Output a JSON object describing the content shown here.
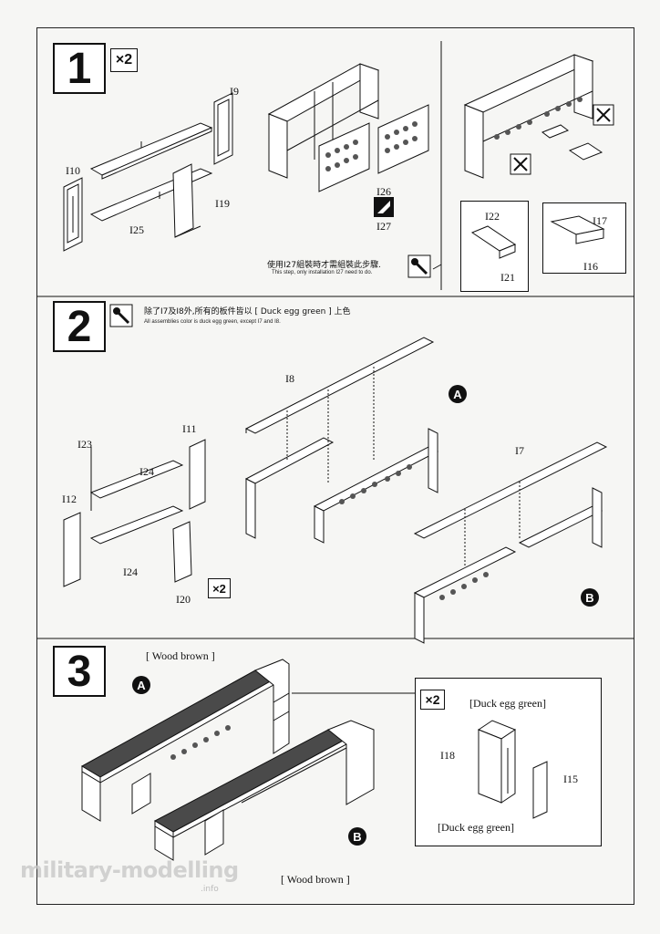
{
  "steps": {
    "s1": {
      "number": "1",
      "multiplier": "×2"
    },
    "s2": {
      "number": "2",
      "multiplier": "×2"
    },
    "s3": {
      "number": "3",
      "multiplier": "×2"
    }
  },
  "step1": {
    "labels": {
      "i9": "I9",
      "i10": "I10",
      "i19": "I19",
      "i25": "I25",
      "i26": "I26",
      "i27": "I27",
      "i22": "I22",
      "i21": "I21",
      "i17": "I17",
      "i16": "I16"
    },
    "note_zh": "使用I27組裝時才需組裝此步驟.",
    "note_en": "This step, only installation I27 need to do."
  },
  "step2": {
    "note_zh": "除了I7及I8外,所有的板件皆以 [ Duck egg green ] 上色",
    "note_en": "All assemblies color is duck egg green, except I7 and I8.",
    "labels": {
      "i8": "I8",
      "i7": "I7",
      "i11": "I11",
      "i23": "I23",
      "i24a": "I24",
      "i12": "I12",
      "i24b": "I24",
      "i20": "I20"
    },
    "badges": {
      "a": "A",
      "b": "B"
    }
  },
  "step3": {
    "wood_top": "[ Wood brown ]",
    "wood_bottom": "[ Wood brown ]",
    "duck_top": "[Duck egg green]",
    "duck_bottom": "[Duck egg green]",
    "labels": {
      "i18": "I18",
      "i15": "I15"
    },
    "badges": {
      "a": "A",
      "b": "B"
    }
  },
  "watermark": {
    "text": "military-modelling",
    "sub": ".info"
  },
  "icons": {
    "paint": "paint-brush-icon",
    "cut": "cut-icon",
    "option": "optional-part-icon"
  }
}
